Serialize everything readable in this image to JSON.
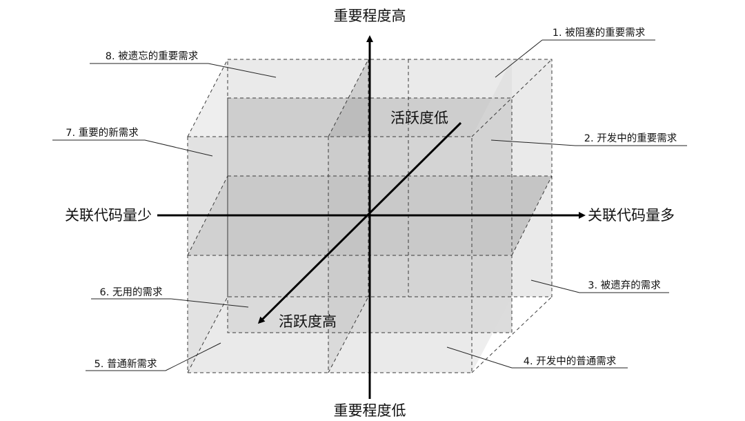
{
  "axes": {
    "importance_high": "重要程度高",
    "importance_low": "重要程度低",
    "code_less": "关联代码量少",
    "code_more": "关联代码量多",
    "activity_low": "活跃度低",
    "activity_high": "活跃度高"
  },
  "regions": [
    {
      "id": 1,
      "label": "1. 被阻塞的重要需求"
    },
    {
      "id": 2,
      "label": "2. 开发中的重要需求"
    },
    {
      "id": 3,
      "label": "3. 被遗弃的需求"
    },
    {
      "id": 4,
      "label": "4. 开发中的普通需求"
    },
    {
      "id": 5,
      "label": "5. 普通新需求"
    },
    {
      "id": 6,
      "label": "6. 无用的需求"
    },
    {
      "id": 7,
      "label": "7. 重要的新需求"
    },
    {
      "id": 8,
      "label": "8. 被遗忘的重要需求"
    }
  ],
  "colors": {
    "face_light": "#d9d9d9",
    "face_dark": "#9a9a9a",
    "axis": "#000000"
  }
}
